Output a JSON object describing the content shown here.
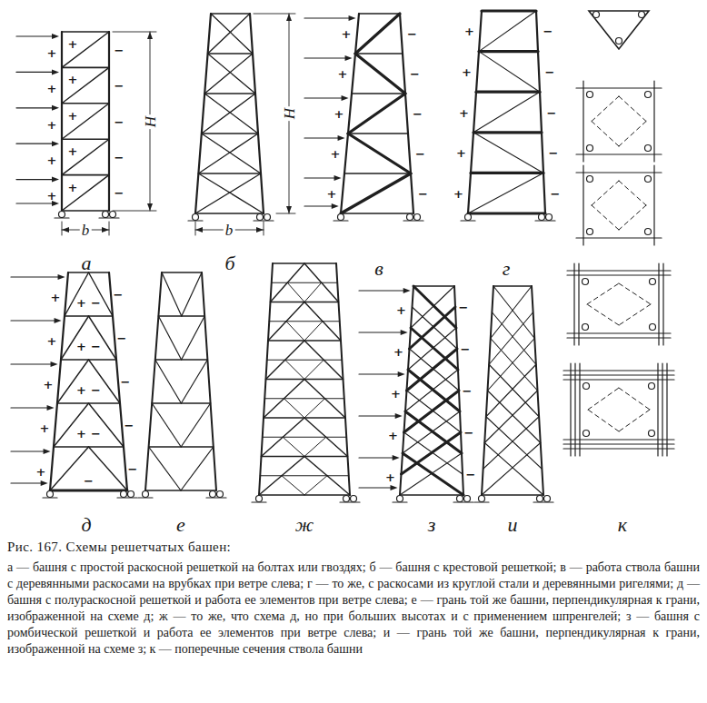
{
  "diagram": {
    "caption": "Рис. 167. Схемы решетчатых башен:",
    "labels": [
      "H",
      "b",
      "а",
      "H",
      "b",
      "б",
      "в",
      "г",
      "д",
      "е",
      "ж",
      "з",
      "и",
      "к",
      "а — башня с простой раскосной решеткой на болтах или гвоздях; б — башня с крестовой решеткой; в — работа ствола башни с деревянными раскосами на врубках при ветре слева; г — то же, с раскосами из круглой стали и деревянными ригелями; д — башня с полураскосной решеткой и работа ее элементов при ветре слева; е — грань той же башни, перпендикулярная к грани, изображенной на схеме д; ж — то же, что схема д, но при больших высотах и с применением шпренгелей; з — башня с ромбической решеткой и работа ее элементов при ветре слева; и — грань той же башни, перпендикулярная к грани, изображенной на схеме з; к — поперечные сечения ствола башни",
      "+",
      "+",
      "+",
      "+",
      "+",
      "+",
      "+",
      "+",
      "+",
      "+",
      "−",
      "−",
      "−",
      "−",
      "−",
      "+",
      "+",
      "+",
      "+",
      "+",
      "−",
      "−",
      "−",
      "−",
      "−",
      "+",
      "+",
      "+",
      "+",
      "+",
      "−",
      "−",
      "−",
      "−",
      "−",
      "+",
      "+",
      "+",
      "+",
      "+",
      "+",
      "+",
      "+",
      "+",
      "−",
      "−",
      "−",
      "−",
      "−",
      "−",
      "−",
      "−",
      "−",
      "−",
      "+",
      "+",
      "+",
      "+",
      "+",
      "−",
      "−",
      "−",
      "−",
      "−"
    ]
  }
}
